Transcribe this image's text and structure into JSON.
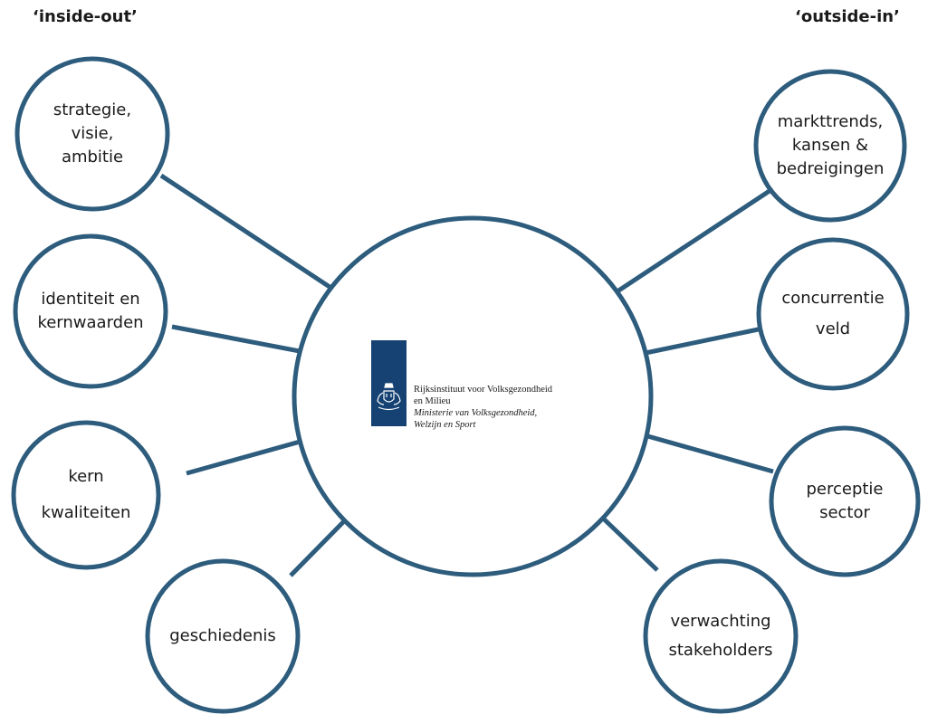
{
  "headers": {
    "left": "‘inside-out’",
    "right": "‘outside-in’"
  },
  "colors": {
    "stroke": "#2d5c7d",
    "logo_block": "#154273",
    "text": "#1a1a1a"
  },
  "center": {
    "logo_lines": [
      "Rijksinstituut voor Volksgezondheid",
      "en Milieu",
      "Ministerie van Volksgezondheid,",
      "Welzijn en Sport"
    ]
  },
  "nodes": [
    {
      "id": "strategie",
      "side": "inside-out",
      "lines": [
        "strategie,",
        "visie,",
        "ambitie"
      ]
    },
    {
      "id": "identiteit",
      "side": "inside-out",
      "lines": [
        "identiteit en",
        "kernwaarden"
      ]
    },
    {
      "id": "kern",
      "side": "inside-out",
      "lines": [
        "kern",
        "kwaliteiten"
      ]
    },
    {
      "id": "geschiedenis",
      "side": "inside-out",
      "lines": [
        "geschiedenis"
      ]
    },
    {
      "id": "markttrends",
      "side": "outside-in",
      "lines": [
        "markttrends,",
        "kansen &",
        "bedreigingen"
      ]
    },
    {
      "id": "concurrentie",
      "side": "outside-in",
      "lines": [
        "concurrentie",
        "veld"
      ]
    },
    {
      "id": "perceptie",
      "side": "outside-in",
      "lines": [
        "perceptie",
        "sector"
      ]
    },
    {
      "id": "verwachting",
      "side": "outside-in",
      "lines": [
        "verwachting",
        "stakeholders"
      ]
    }
  ]
}
